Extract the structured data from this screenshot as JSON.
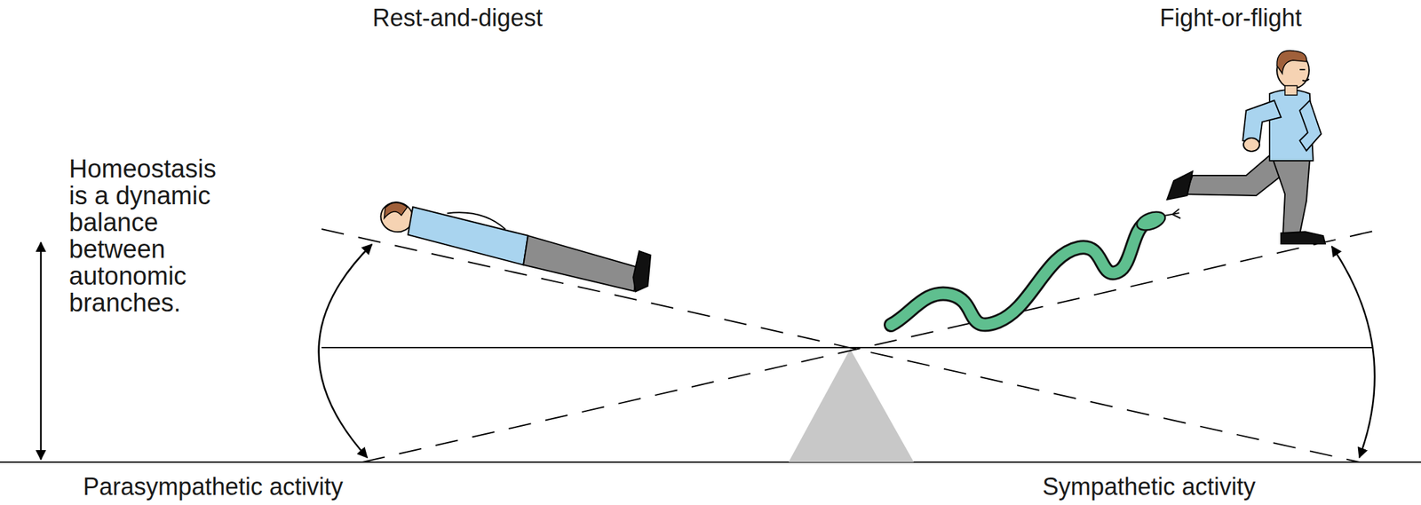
{
  "diagram": {
    "labels": [
      "Rest-and-digest",
      "Fight-or-flight",
      "Homeostasis is a dynamic balance between autonomic branches.",
      "Parasympathetic activity",
      "Sympathetic activity"
    ]
  }
}
